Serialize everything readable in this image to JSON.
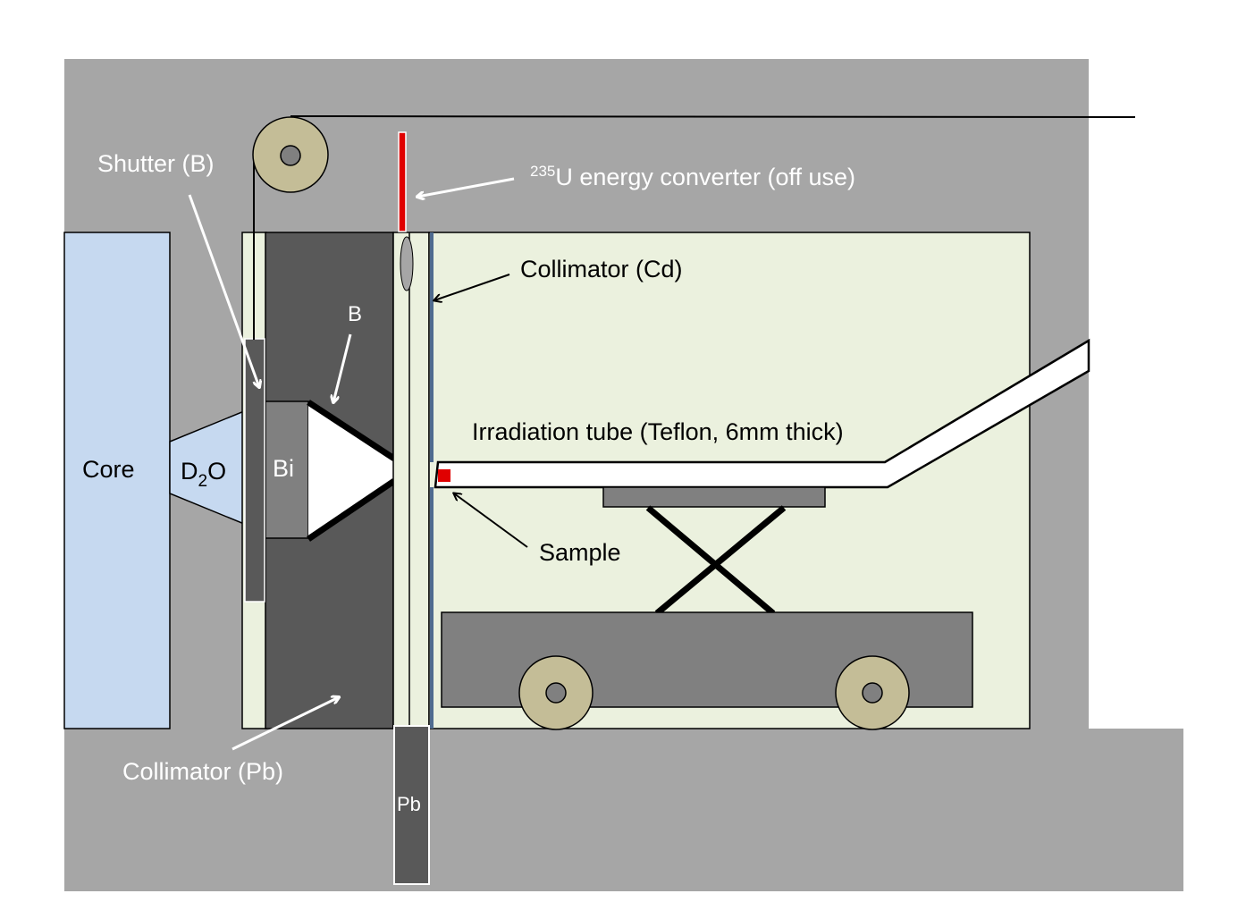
{
  "colors": {
    "shield": "#a6a6a6",
    "core": "#c6d9f0",
    "cavity": "#ebf1de",
    "collimator_pb": "#595959",
    "bi": "#808080",
    "wheel": "#c4bd97",
    "converter": "#e00000",
    "cd_line": "#4f6b8f"
  },
  "labels": {
    "core": "Core",
    "d2o_main": "D",
    "d2o_sub": "2",
    "d2o_tail": "O",
    "bi": "Bi",
    "b": "B",
    "pb": "Pb",
    "shutter": "Shutter (B)",
    "converter_sup": "235",
    "converter_text": "U energy converter (off use)",
    "collimator_cd": "Collimator (Cd)",
    "irradiation_tube": "Irradiation tube (Teflon, 6mm thick)",
    "sample": "Sample",
    "collimator_pb": "Collimator (Pb)"
  }
}
